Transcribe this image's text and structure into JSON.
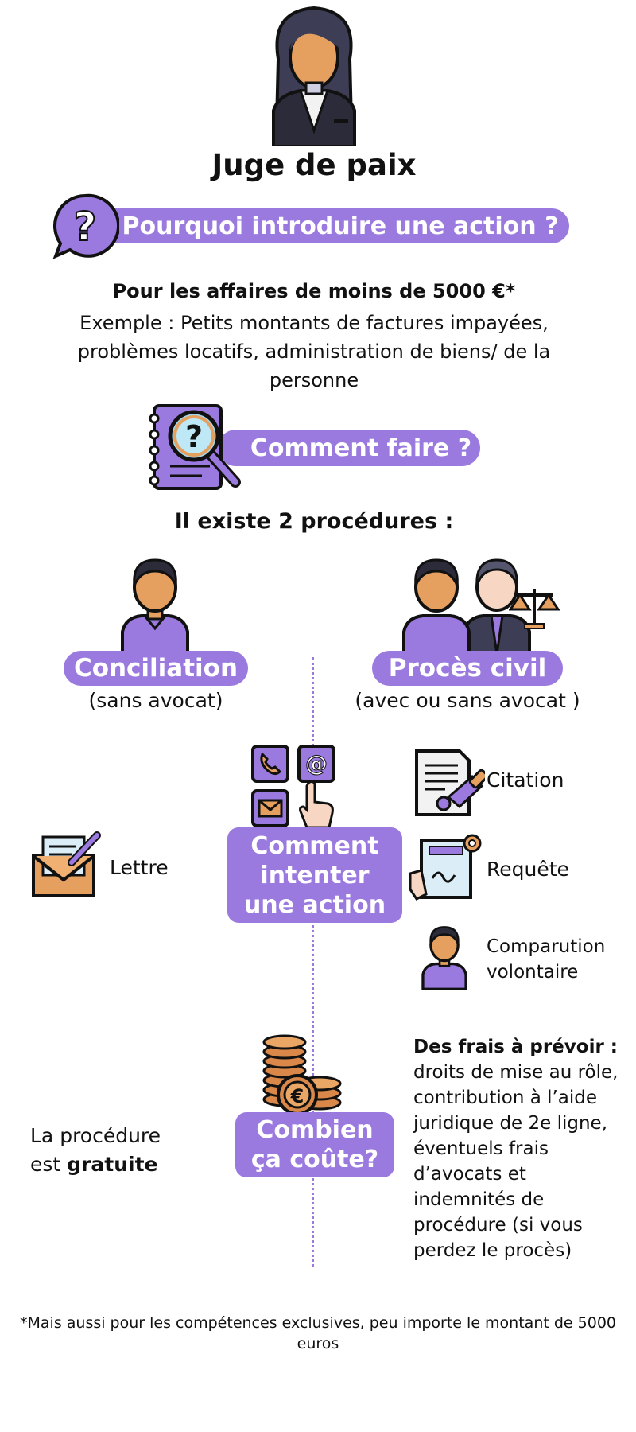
{
  "header": {
    "title": "Juge de paix"
  },
  "why": {
    "heading": "Pourquoi introduire une action ?",
    "bold_line": "Pour les affaires de moins de 5000 €*",
    "example": "Exemple : Petits montants de factures impayées, problèmes locatifs, administration de biens/ de la personne"
  },
  "how": {
    "heading": "Comment faire ?",
    "intro": "Il existe 2 procédures :"
  },
  "procedures": {
    "conciliation": {
      "label": "Conciliation",
      "sub": "(sans avocat)"
    },
    "proces_civil": {
      "label": "Procès civil",
      "sub": "(avec ou sans avocat )"
    }
  },
  "action": {
    "heading": "Comment intenter une action",
    "left_item": "Lettre",
    "right_items": [
      "Citation",
      "Requête",
      "Comparution volontaire"
    ]
  },
  "cost": {
    "heading": "Combien ça coûte?",
    "left_text_1": "La procédure",
    "left_text_2": "est ",
    "left_bold": "gratuite",
    "right_bold": "Des frais à prévoir :",
    "right_text": "droits de mise au rôle, contribution à l’aide juridique de 2e ligne, éventuels frais d’avocats et indemnités de procédure (si vous perdez le procès)"
  },
  "footnote": "*Mais aussi pour les compétences exclusives, peu importe le montant de 5000 euros",
  "colors": {
    "accent": "#9b7ae0",
    "skin": "#e5a060",
    "dark": "#2b2b3a",
    "coin": "#d9884a"
  },
  "icons": [
    "judge-icon",
    "question-icon",
    "notebook-magnifier-icon",
    "person-icon",
    "lawyer-pair-icon",
    "scales-icon",
    "phone-icon",
    "at-sign-icon",
    "mail-icon",
    "pointing-hand-icon",
    "letter-icon",
    "citation-document-icon",
    "contract-icon",
    "coins-icon"
  ]
}
